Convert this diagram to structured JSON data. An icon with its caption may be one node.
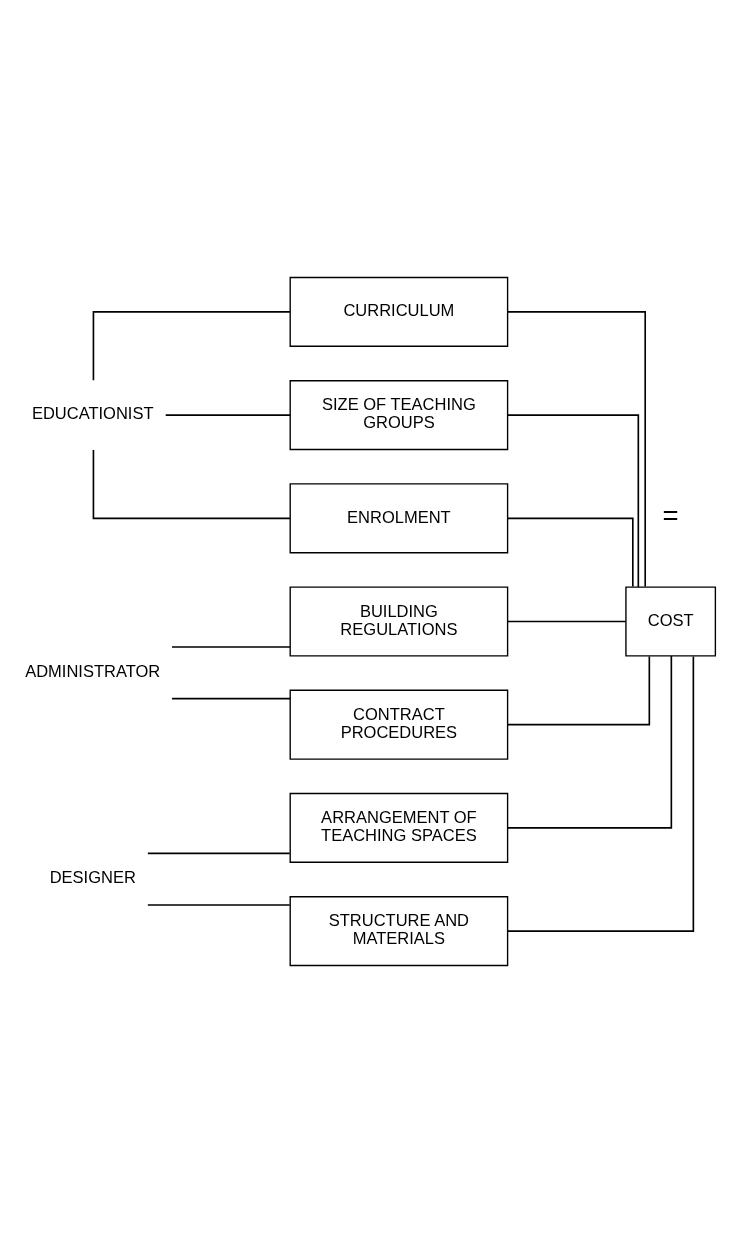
{
  "diagram": {
    "nodes": [
      {
        "text": [
          "EDUCATIONIST"
        ]
      },
      {
        "text": [
          "ADMINISTRATOR"
        ]
      },
      {
        "text": [
          "DESIGNER"
        ]
      },
      {
        "text": [
          "CURRICULUM"
        ]
      },
      {
        "text": [
          "SIZE OF TEACHING GROUPS"
        ]
      },
      {
        "text": [
          "ENROLMENT"
        ]
      },
      {
        "text": [
          "BUILDING REGULATIONS"
        ]
      },
      {
        "text": [
          "CONTRACT PROCEDURES"
        ]
      },
      {
        "text": [
          "ARRANGEMENT OF TEACHING SPACES"
        ]
      },
      {
        "text": [
          "STRUCTURE AND MATERIALS"
        ]
      },
      {
        "text": [
          "COST"
        ]
      }
    ],
    "edges": [
      {
        "from": 0,
        "to": 3,
        "arrow": "none"
      },
      {
        "from": 0,
        "to": 4,
        "arrow": "none"
      },
      {
        "from": 0,
        "to": 5,
        "arrow": "none"
      },
      {
        "from": 1,
        "to": 6,
        "arrow": "none"
      },
      {
        "from": 1,
        "to": 7,
        "arrow": "none"
      },
      {
        "from": 2,
        "to": 8,
        "arrow": "none"
      },
      {
        "from": 2,
        "to": 9,
        "arrow": "none"
      },
      {
        "from": 3,
        "to": 10,
        "arrow": "none"
      },
      {
        "from": 4,
        "to": 10,
        "arrow": "none"
      },
      {
        "from": 5,
        "to": 10,
        "arrow": "none"
      },
      {
        "from": 6,
        "to": 10,
        "arrow": "none"
      },
      {
        "from": 7,
        "to": 10,
        "arrow": "none"
      },
      {
        "from": 8,
        "to": 10,
        "arrow": "none"
      },
      {
        "from": 9,
        "to": 10,
        "arrow": "none"
      }
    ],
    "labels": [
      "="
    ]
  }
}
